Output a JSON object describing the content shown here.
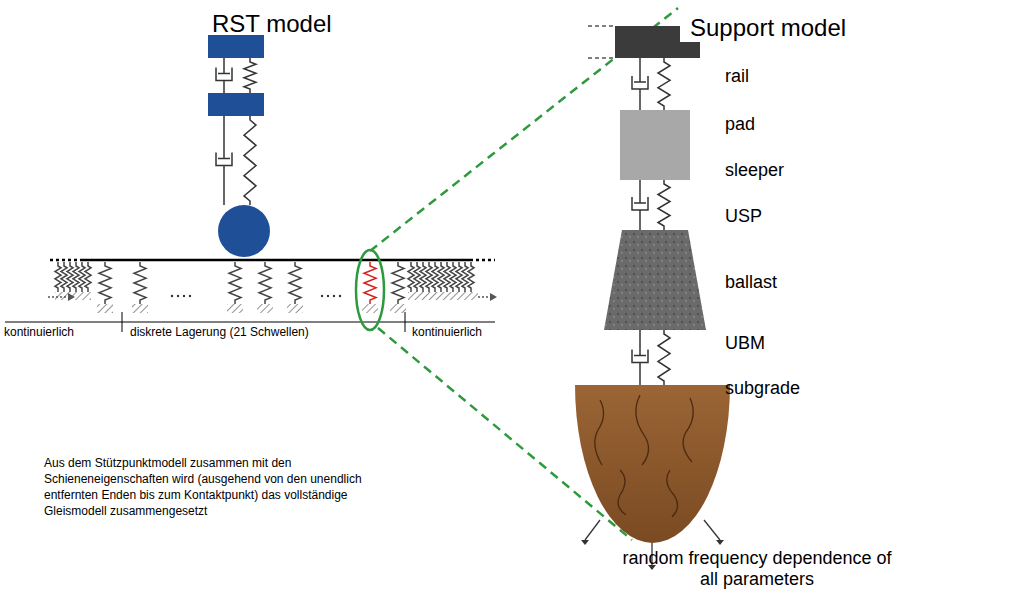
{
  "diagram": {
    "labels": [
      "RST model",
      "Support model",
      "rail",
      "pad",
      "sleeper",
      "USP",
      "ballast",
      "UBM",
      "subgrade",
      "kontinuierlich",
      "diskrete Lagerung (21 Schwellen)",
      "kontinuierlich",
      "Aus dem Stützpunktmodell zusammen mit den Schieneneigenschaften wird (ausgehend von den unendlich entfernten Enden bis zum Kontaktpunkt) das vollständige Gleismodell zusammengesetzt",
      "random frequency dependence of all parameters"
    ]
  }
}
